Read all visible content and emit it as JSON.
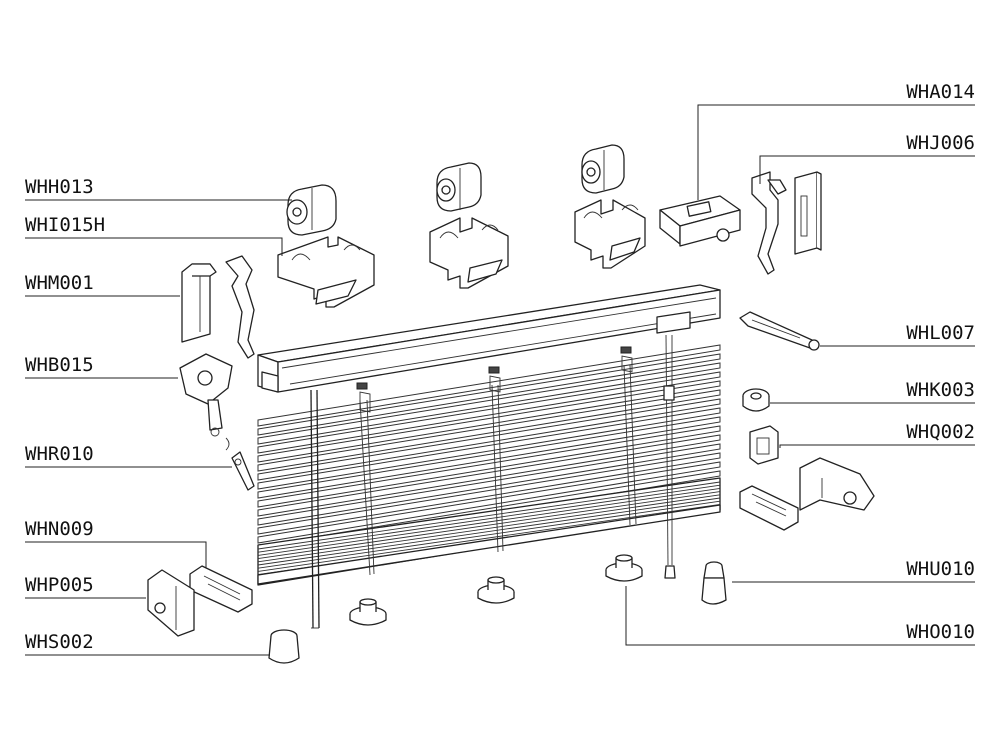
{
  "labels": {
    "WHA014": "WHA014",
    "WHJ006": "WHJ006",
    "WHH013": "WHH013",
    "WHI015H": "WHI015H",
    "WHM001": "WHM001",
    "WHL007": "WHL007",
    "WHB015": "WHB015",
    "WHK003": "WHK003",
    "WHQ002": "WHQ002",
    "WHR010": "WHR010",
    "WHN009": "WHN009",
    "WHP005": "WHP005",
    "WHU010": "WHU010",
    "WHS002": "WHS002",
    "WHO010": "WHO010"
  }
}
